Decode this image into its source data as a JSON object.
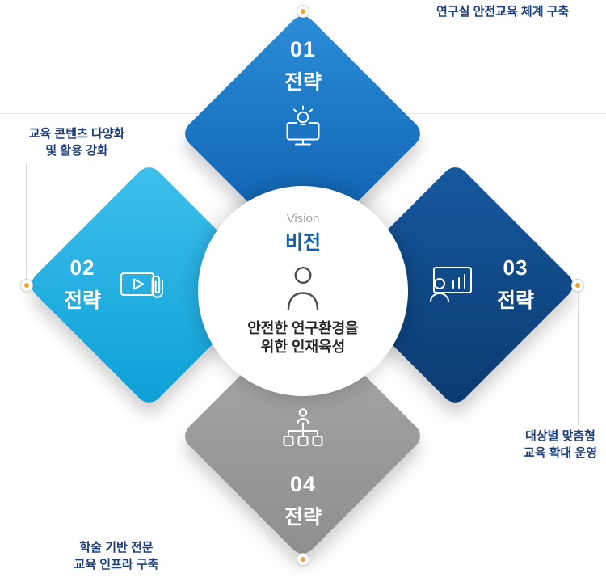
{
  "center": {
    "vision_label_en": "Vision",
    "vision_label_ko": "비전",
    "message_line1": "안전한 연구환경을",
    "message_line2": "위한 인재육성",
    "icon": "person-icon"
  },
  "diamonds": {
    "top": {
      "number": "01",
      "label": "전략",
      "icon": "monitor-lightbulb-icon"
    },
    "left": {
      "number": "02",
      "label": "전략",
      "icon": "video-paperclip-icon"
    },
    "right": {
      "number": "03",
      "label": "전략",
      "icon": "presentation-chart-icon"
    },
    "bottom": {
      "number": "04",
      "label": "전략",
      "icon": "org-chart-icon"
    }
  },
  "callouts": {
    "top": {
      "text": "연구실 안전교육 체계 구축"
    },
    "left": {
      "line1": "교육 콘텐츠 다양화",
      "line2": "및 활용 강화"
    },
    "right": {
      "line1": "대상별 맞춤형",
      "line2": "교육 확대 운영"
    },
    "bottom": {
      "line1": "학술 기반 전문",
      "line2": "교육 인프라 구축"
    }
  },
  "colors": {
    "diamond_top_from": "#2b8dd8",
    "diamond_top_to": "#0c5cab",
    "diamond_left_from": "#3fc0ec",
    "diamond_left_to": "#0d9fd6",
    "diamond_right_from": "#16599e",
    "diamond_right_to": "#0a3a70",
    "diamond_bottom_from": "#a9a9a9",
    "diamond_bottom_to": "#8e8e8e",
    "diamond_text": "#ffffff",
    "callout_text": "#1d3e7d",
    "dot_accent": "#f0a22c",
    "connector_line": "#d9d9d9",
    "divider_line": "#e6e6e6",
    "vision_en": "#9aa0a6",
    "vision_ko": "#1063ae",
    "message": "#262626"
  }
}
